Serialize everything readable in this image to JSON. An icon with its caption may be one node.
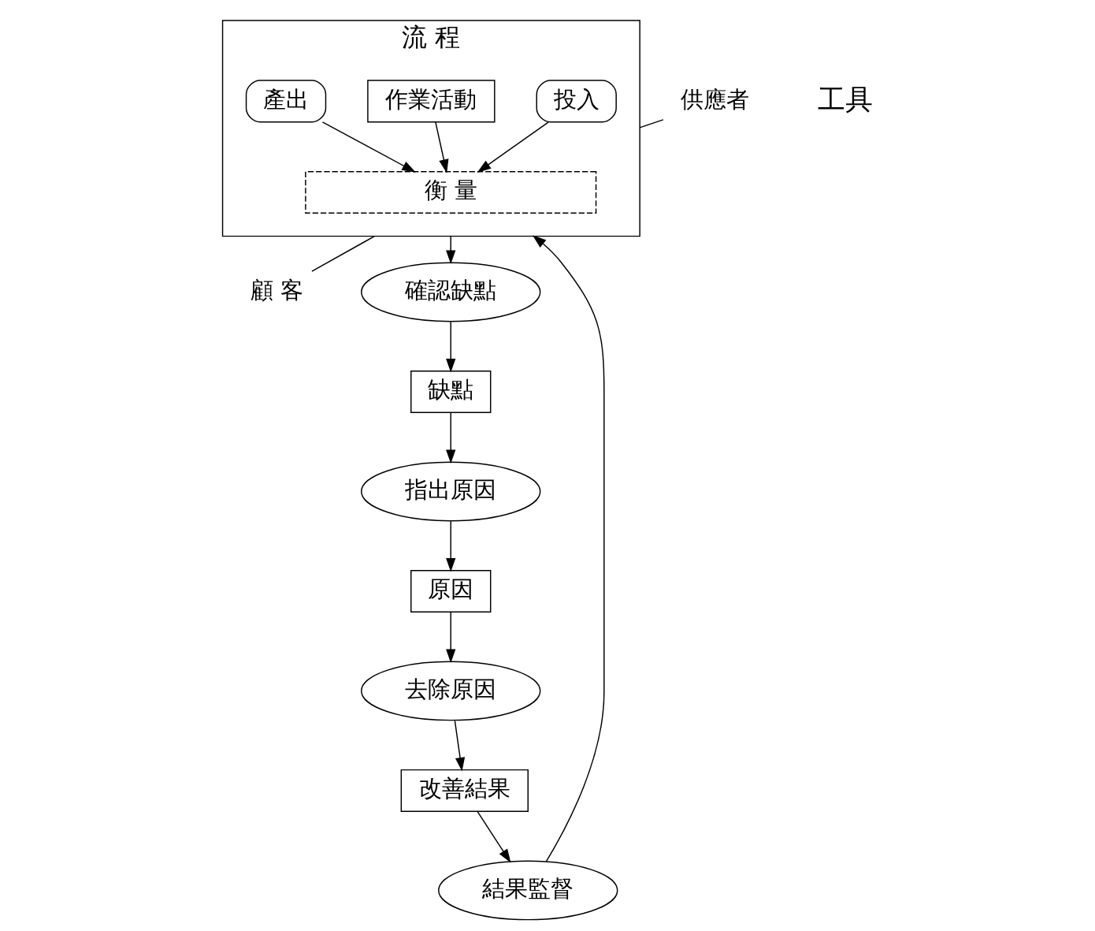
{
  "diagram": {
    "nodes": [
      {
        "text": [
          "流 程"
        ]
      },
      {
        "text": [
          "投入"
        ],
        "in": 0
      },
      {
        "text": [
          "作業活動"
        ],
        "in": 0
      },
      {
        "text": [
          "產出"
        ],
        "in": 0
      },
      {
        "text": [
          "衡 量"
        ],
        "in": 0
      },
      {
        "text": [
          "供應者"
        ]
      },
      {
        "text": [
          "顧 客"
        ]
      },
      {
        "text": [
          "結果監督"
        ]
      },
      {
        "text": [
          "確認缺點"
        ]
      },
      {
        "text": [
          "缺點"
        ]
      },
      {
        "text": [
          "指出原因"
        ]
      },
      {
        "text": [
          "原因"
        ]
      },
      {
        "text": [
          "去除原因"
        ]
      },
      {
        "text": [
          "改善結果"
        ]
      }
    ],
    "edges": [
      {
        "from": 1,
        "to": 4,
        "arrow": "to"
      },
      {
        "from": 2,
        "to": 4,
        "arrow": "to"
      },
      {
        "from": 3,
        "to": 4,
        "arrow": "to"
      },
      {
        "from": 5,
        "to": 0,
        "arrow": "none"
      },
      {
        "from": 0,
        "to": 6,
        "arrow": "none"
      },
      {
        "from": 7,
        "to": 0,
        "arrow": "to"
      },
      {
        "from": 0,
        "to": 8,
        "arrow": "to"
      },
      {
        "from": 8,
        "to": 9,
        "arrow": "to"
      },
      {
        "from": 9,
        "to": 10,
        "arrow": "to"
      },
      {
        "from": 10,
        "to": 11,
        "arrow": "to"
      },
      {
        "from": 11,
        "to": 12,
        "arrow": "to"
      },
      {
        "from": 12,
        "to": 13,
        "arrow": "to"
      },
      {
        "from": 13,
        "to": 7,
        "arrow": "to"
      }
    ],
    "labels": [
      "工具"
    ]
  }
}
